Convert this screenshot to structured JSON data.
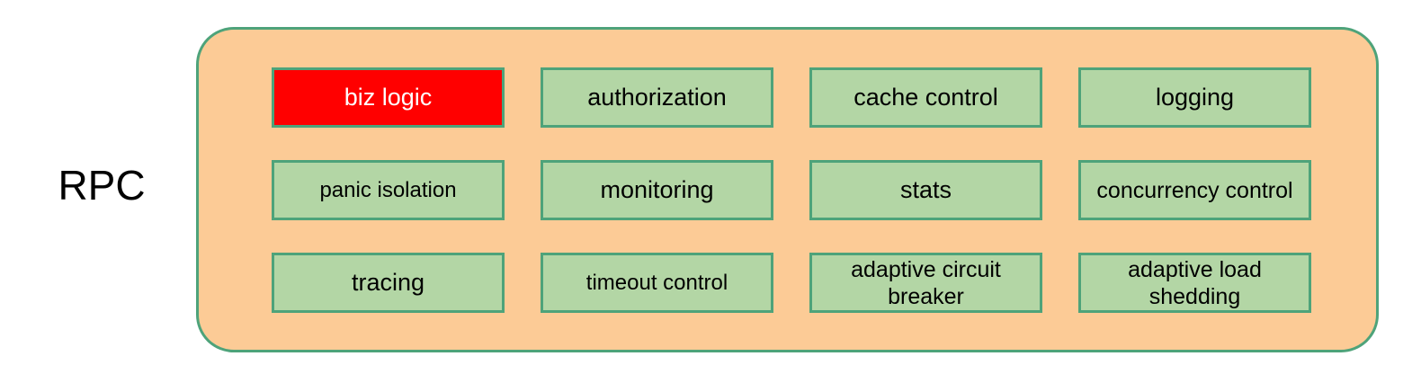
{
  "diagram": {
    "side_label": "RPC",
    "colors": {
      "container_fill": "#fccb96",
      "container_border": "#4ea37a",
      "box_fill": "#b3d6a5",
      "box_border": "#4ea37a",
      "highlight_fill": "#ff0000",
      "highlight_text": "#ffffff",
      "text": "#000000",
      "background": "#ffffff"
    },
    "rows": [
      {
        "boxes": [
          {
            "label": "biz logic",
            "highlighted": true,
            "style": "normal"
          },
          {
            "label": "authorization",
            "highlighted": false,
            "style": "normal"
          },
          {
            "label": "cache control",
            "highlighted": false,
            "style": "normal"
          },
          {
            "label": "logging",
            "highlighted": false,
            "style": "normal"
          }
        ]
      },
      {
        "boxes": [
          {
            "label": "panic isolation",
            "highlighted": false,
            "style": "small"
          },
          {
            "label": "monitoring",
            "highlighted": false,
            "style": "normal"
          },
          {
            "label": "stats",
            "highlighted": false,
            "style": "normal"
          },
          {
            "label": "concurrency control",
            "highlighted": false,
            "style": "two-line"
          }
        ]
      },
      {
        "boxes": [
          {
            "label": "tracing",
            "highlighted": false,
            "style": "normal"
          },
          {
            "label": "timeout control",
            "highlighted": false,
            "style": "small"
          },
          {
            "label": "adaptive circuit breaker",
            "highlighted": false,
            "style": "two-line"
          },
          {
            "label": "adaptive load shedding",
            "highlighted": false,
            "style": "two-line"
          }
        ]
      }
    ]
  }
}
